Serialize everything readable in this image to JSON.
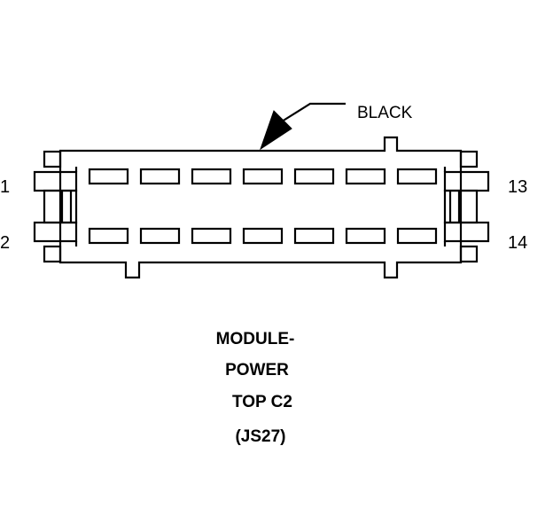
{
  "callout": {
    "color_label": "BLACK"
  },
  "pins": {
    "top_left": "1",
    "bottom_left": "2",
    "top_right": "13",
    "bottom_right": "14"
  },
  "cavities_per_row": 7,
  "caption": {
    "line1": "MODULE-",
    "line2": "POWER",
    "line3": "TOP C2",
    "line4": "(JS27)"
  },
  "colors": {
    "stroke": "#000000",
    "background": "#ffffff"
  }
}
